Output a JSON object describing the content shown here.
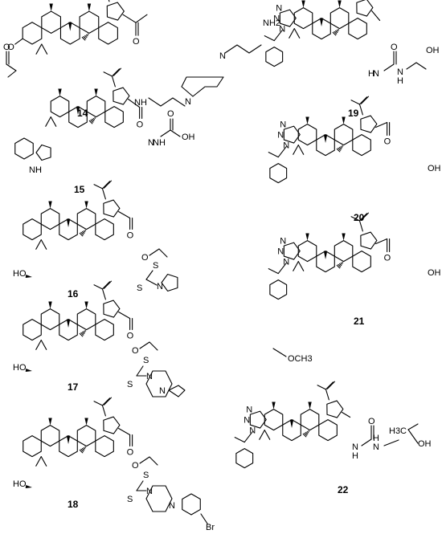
{
  "compounds": [
    {
      "label": "14",
      "substituent": [
        "N",
        "N",
        "N",
        "NH",
        "NH2",
        "O",
        "O",
        "O"
      ],
      "hydroxyl": ""
    },
    {
      "label": "15",
      "substituent": [
        "N",
        "OH",
        "O",
        "O",
        "NH",
        "H"
      ],
      "hydroxyl": ""
    },
    {
      "label": "16",
      "substituent": [
        "O",
        "S",
        "S",
        "N",
        "O"
      ],
      "hydroxyl": "HO"
    },
    {
      "label": "17",
      "substituent": [
        "O",
        "S",
        "S",
        "N",
        "N",
        "O"
      ],
      "hydroxyl": "HO"
    },
    {
      "label": "18",
      "substituent": [
        "O",
        "S",
        "S",
        "N",
        "N",
        "Br",
        "O"
      ],
      "hydroxyl": "HO"
    },
    {
      "label": "19",
      "substituent": [
        "N",
        "N",
        "N",
        "H",
        "H",
        "N",
        "N",
        "OH",
        "O"
      ],
      "hydroxyl": ""
    },
    {
      "label": "20",
      "substituent": [
        "N",
        "N",
        "N",
        "OH",
        "O"
      ],
      "hydroxyl": ""
    },
    {
      "label": "21",
      "substituent": [
        "N",
        "N",
        "N",
        "OH",
        "O",
        "OCH3"
      ],
      "hydroxyl": ""
    },
    {
      "label": "22",
      "substituent": [
        "N",
        "N",
        "N",
        "H",
        "N",
        "H",
        "N",
        "H3C",
        "OH",
        "O"
      ],
      "hydroxyl": ""
    }
  ]
}
